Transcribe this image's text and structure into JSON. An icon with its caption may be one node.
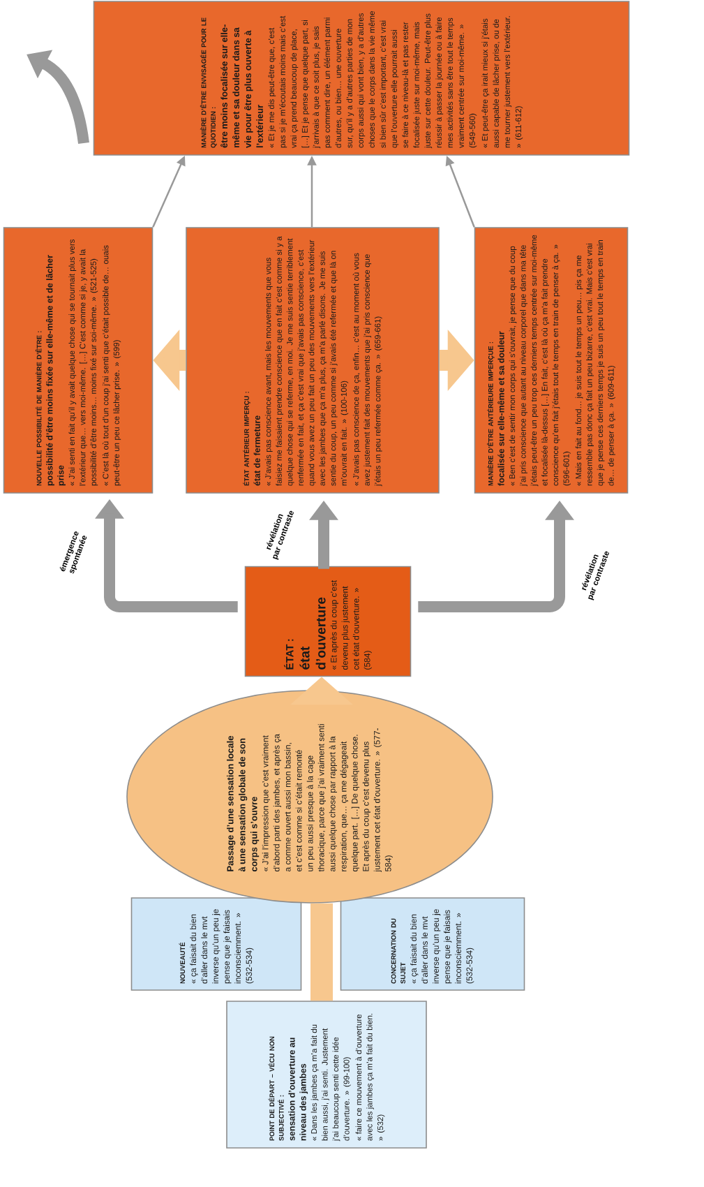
{
  "diagram": {
    "nodes": [
      {
        "text": [
          "POINT DE DÉPART – VÉCU NON SUBJECTIVÉ :",
          "sensation d’ouverture au niveau des jambes",
          "« Dans les jambes ça m’a fait du bien aussi, j’ai senti. Justement j’ai beaucoup senti cette idée d’ouverture. » (99-100)",
          "« faire ce mouvement à d’ouverture avec les jambes ça m’a fait du bien. » (532)"
        ]
      },
      {
        "text": [
          "NOUVEAUTÉ",
          "« ça faisait du bien d’aller dans le mvt inverse qu’un peu je pense que je faisais inconsciemment. » (532-534)"
        ]
      },
      {
        "text": [
          "CONCERNATION DU SUJET",
          "« ça faisait du bien d’aller dans le mvt inverse qu’un peu je pense que je faisais inconsciemment. » (532-534)"
        ]
      },
      {
        "text": [
          "Passage d’une sensation locale à une sensation globale de son corps qui s’ouvre",
          "« J’ai l’impression que c’est vraiment d’abord parti des jambes, et après ça a comme ouvert aussi mon bassin, et c’est comme si c’était remonté un peu aussi presque à la cage thoracique, parce que j’ai vraiment senti aussi quelque chose par rapport à la respiration, que… ça me dégageait quelque part. […] De quelque chose. Et après du coup c’est devenu plus justement cet état d’ouverture. » (577-584)"
        ]
      },
      {
        "text": [
          "ÉTAT :",
          "état d’ouverture",
          "« Et après du coup c’est devenu plus justement cet état d’ouverture. » (584)"
        ]
      },
      {
        "text": [
          "NOUVELLE POSSIBILITÉ DE MANIÈRE D’ÊTRE :",
          "possibilité d’être moins fixée sur elle-même et de lâcher prise",
          "« J’ai senti en fait qu’il y avait quelque chose qui se tournait plus vers l’extérieur que… vers moi-même. […] C’est comme si je, y avait la possibilité d’être moins… moins fixé sur soi-même. » (521-525)",
          "« C’est là où tout d’un coup j’ai senti que c’était possible de… ouais peut-être un peu ce lâcher prise. » (599)"
        ]
      },
      {
        "text": [
          "ÉTAT ANTÉRIEUR IMPERÇU :",
          "état de fermeture",
          "« J’avais pas conscience avant, mais les mouvements que vous faisiez me faisaient prendre conscience que en fait c’est comme si y a quelque chose qui se referme, en moi. Je me suis sentie terriblement renfermée en fait, et ça c’est vrai que j’avais pas conscience, c’est quand vous avez un peu fait un peu des mouvements vers l’extérieur avec les jambes que ça m’a plus, ça m’a parlé disons. Je me suis sentie du coup, un peu comme si j’avais été refermée et que là on m’ouvrait en fait. » (100-106)",
          "« J’avais pas conscience de ça, enfin… c’est au moment où vous avez justement fait des mouvements que j’ai pris conscience que j’étais un peu refermée comme ça. » (659-661)"
        ]
      },
      {
        "text": [
          "MANIÈRE D’ÊTRE ANTÉRIEURE IMPERÇUE :",
          "focalisée sur elle-même et sa douleur",
          "« Ben c’est de sentir mon corps qui s’ouvrait, je pense que du coup j’ai pris conscience que autant au niveau corporel que dans ma tête j’étais peut-être un peu trop ces derniers temps centrée sur moi-même et focalisée là-dessus […] En fait, c’est là où ça m’a fait prendre conscience qu’en fait j’étais tout le temps en train de penser à ça. » (596-601)",
          "« Mais en fait au fond… je suis tout le temps un peu… pis ça me ressemble pas donc ça fait un peu bizarre, c’est vrai. Mais c’est vrai que je pense ces derniers temps je suis un peu tout le temps en train de… de penser à ça. » (609-611)"
        ]
      },
      {
        "text": [
          "MANIÈRE D’ÊTRE ENVISAGÉE POUR LE QUOTIDIEN :",
          "être moins focalisée sur elle-même et sa douleur dans sa vie pour être plus ouverte à l’extérieur",
          "« Et je me dis peut-être que, c’est pas si je m’écoutais moins mais c’est vrai ça prend beaucoup de place, […] Et je pense que quelque part, si j’arrivais à que ce soit plus, je sais pas comment dire, un élément parmi d’autres, ou bien… une ouverture sur, qu’il y a d’autres parties de mon corps aussi qui vont bien, y a d’autres choses que le corps dans la vie même si bien sûr c’est important, c’est vrai que l’ouverture elle pourrait aussi se faire à ce niveau-là et pas rester focalisée juste sur moi-même, mais juste sur cette douleur. Peut-être plus réussir à passer la journée ou à faire mes activités sans être tout le temps vraiment centrée sur moi-même. » (549-560)",
          "« Et peut-être ça irait mieux si j’étais aussi capable de lâcher prise, ou de me tourner justement vers l’extérieur. » (611-612)"
        ]
      }
    ],
    "edges": [
      {
        "from": 0,
        "to": 3,
        "arrow": "none",
        "style": "thick",
        "color": "#f7c78e"
      },
      {
        "from": 3,
        "to": 4,
        "arrow": "to",
        "style": "thick",
        "color": "#f7c78e"
      },
      {
        "from": 4,
        "to": 5,
        "arrow": "to",
        "label": "émergence spontanée"
      },
      {
        "from": 4,
        "to": 6,
        "arrow": "to",
        "label": "révélation par contraste"
      },
      {
        "from": 4,
        "to": 7,
        "arrow": "to",
        "label": "révélation par contraste"
      },
      {
        "from": 6,
        "to": 5,
        "arrow": "to",
        "style": "thick",
        "color": "#f7c78e"
      },
      {
        "from": 6,
        "to": 7,
        "arrow": "to",
        "style": "thick",
        "color": "#f7c78e"
      },
      {
        "from": 5,
        "to": 8,
        "arrow": "to"
      },
      {
        "from": 6,
        "to": 8,
        "arrow": "to"
      },
      {
        "from": 7,
        "to": 8,
        "arrow": "to"
      }
    ]
  }
}
